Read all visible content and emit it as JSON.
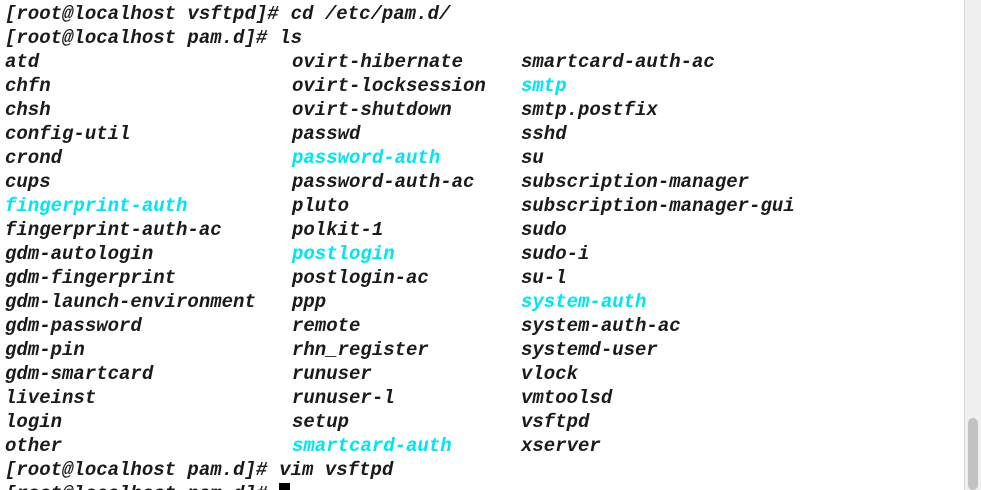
{
  "terminal": {
    "colors": {
      "foreground": "#1a1a1a",
      "highlight": "#00e5ee",
      "background": "#ffffff"
    },
    "lines": [
      {
        "prompt": "[root@localhost vsftpd]#",
        "command": "cd /etc/pam.d/"
      },
      {
        "prompt": "[root@localhost pam.d]#",
        "command": "ls"
      }
    ],
    "listing": [
      [
        {
          "name": "atd",
          "link": false
        },
        {
          "name": "ovirt-hibernate",
          "link": false
        },
        {
          "name": "smartcard-auth-ac",
          "link": false
        }
      ],
      [
        {
          "name": "chfn",
          "link": false
        },
        {
          "name": "ovirt-locksession",
          "link": false
        },
        {
          "name": "smtp",
          "link": true
        }
      ],
      [
        {
          "name": "chsh",
          "link": false
        },
        {
          "name": "ovirt-shutdown",
          "link": false
        },
        {
          "name": "smtp.postfix",
          "link": false
        }
      ],
      [
        {
          "name": "config-util",
          "link": false
        },
        {
          "name": "passwd",
          "link": false
        },
        {
          "name": "sshd",
          "link": false
        }
      ],
      [
        {
          "name": "crond",
          "link": false
        },
        {
          "name": "password-auth",
          "link": true
        },
        {
          "name": "su",
          "link": false
        }
      ],
      [
        {
          "name": "cups",
          "link": false
        },
        {
          "name": "password-auth-ac",
          "link": false
        },
        {
          "name": "subscription-manager",
          "link": false
        }
      ],
      [
        {
          "name": "fingerprint-auth",
          "link": true
        },
        {
          "name": "pluto",
          "link": false
        },
        {
          "name": "subscription-manager-gui",
          "link": false
        }
      ],
      [
        {
          "name": "fingerprint-auth-ac",
          "link": false
        },
        {
          "name": "polkit-1",
          "link": false
        },
        {
          "name": "sudo",
          "link": false
        }
      ],
      [
        {
          "name": "gdm-autologin",
          "link": false
        },
        {
          "name": "postlogin",
          "link": true
        },
        {
          "name": "sudo-i",
          "link": false
        }
      ],
      [
        {
          "name": "gdm-fingerprint",
          "link": false
        },
        {
          "name": "postlogin-ac",
          "link": false
        },
        {
          "name": "su-l",
          "link": false
        }
      ],
      [
        {
          "name": "gdm-launch-environment",
          "link": false
        },
        {
          "name": "ppp",
          "link": false
        },
        {
          "name": "system-auth",
          "link": true
        }
      ],
      [
        {
          "name": "gdm-password",
          "link": false
        },
        {
          "name": "remote",
          "link": false
        },
        {
          "name": "system-auth-ac",
          "link": false
        }
      ],
      [
        {
          "name": "gdm-pin",
          "link": false
        },
        {
          "name": "rhn_register",
          "link": false
        },
        {
          "name": "systemd-user",
          "link": false
        }
      ],
      [
        {
          "name": "gdm-smartcard",
          "link": false
        },
        {
          "name": "runuser",
          "link": false
        },
        {
          "name": "vlock",
          "link": false
        }
      ],
      [
        {
          "name": "liveinst",
          "link": false
        },
        {
          "name": "runuser-l",
          "link": false
        },
        {
          "name": "vmtoolsd",
          "link": false
        }
      ],
      [
        {
          "name": "login",
          "link": false
        },
        {
          "name": "setup",
          "link": false
        },
        {
          "name": "vsftpd",
          "link": false
        }
      ],
      [
        {
          "name": "other",
          "link": false
        },
        {
          "name": "smartcard-auth",
          "link": true
        },
        {
          "name": "xserver",
          "link": false
        }
      ]
    ],
    "after": [
      {
        "prompt": "[root@localhost pam.d]#",
        "command": "vim vsftpd"
      }
    ],
    "current": {
      "prompt": "[root@localhost pam.d]#",
      "command": ""
    }
  }
}
